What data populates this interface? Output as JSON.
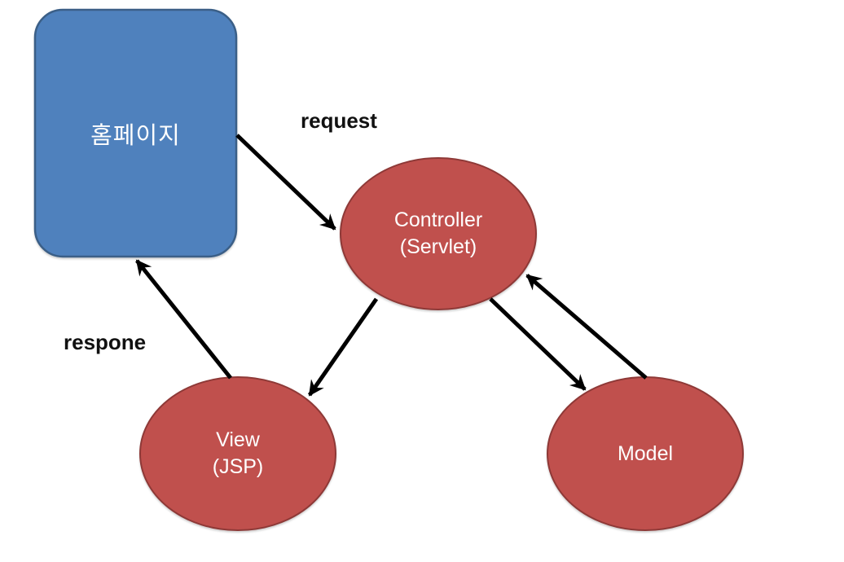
{
  "diagram": {
    "background_color": "#ffffff",
    "nodes": {
      "homepage": {
        "label": "홈페이지",
        "shape": "rounded-rectangle",
        "fill": "#4f81bd",
        "border": "#3b5f87",
        "text_color": "#ffffff"
      },
      "controller": {
        "label_line1": "Controller",
        "label_line2": "(Servlet)",
        "shape": "ellipse",
        "fill": "#c0504d",
        "border": "#8e3937",
        "text_color": "#ffffff"
      },
      "view": {
        "label_line1": "View",
        "label_line2": "(JSP)",
        "shape": "ellipse",
        "fill": "#c0504d",
        "border": "#8e3937",
        "text_color": "#ffffff"
      },
      "model": {
        "label": "Model",
        "shape": "ellipse",
        "fill": "#c0504d",
        "border": "#8e3937",
        "text_color": "#ffffff"
      }
    },
    "edges": {
      "arrow_color": "#000000",
      "request": {
        "label": "request",
        "from": "homepage",
        "to": "controller"
      },
      "response": {
        "label": "respone",
        "from": "view",
        "to": "homepage"
      },
      "controller_to_view": {
        "from": "controller",
        "to": "view"
      },
      "controller_to_model": {
        "from": "controller",
        "to": "model"
      },
      "model_to_controller": {
        "from": "model",
        "to": "controller"
      }
    }
  }
}
